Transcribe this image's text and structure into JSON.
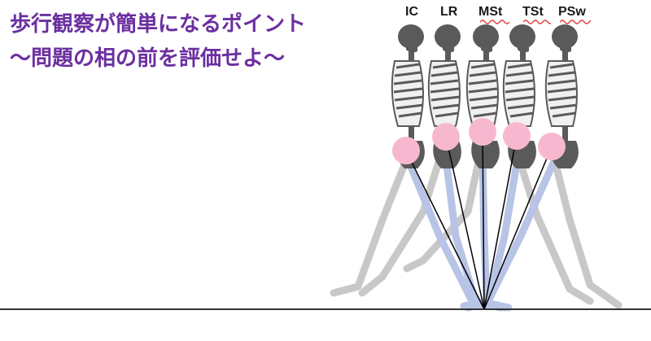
{
  "title": {
    "line1": "歩行観察が簡単になるポイント",
    "line2": "〜問題の相の前を評価せよ〜"
  },
  "phases": [
    "IC",
    "LR",
    "MSt",
    "TSt",
    "PSw"
  ],
  "colors": {
    "title": "#6b2fa0",
    "hip_marker": "#f7b8cf",
    "skeleton": "#5a5a5a",
    "leg_back": "#c8c8c8",
    "leg_front": "#b8c4e6",
    "ground": "#333333",
    "squiggle": "#e03a3a"
  }
}
